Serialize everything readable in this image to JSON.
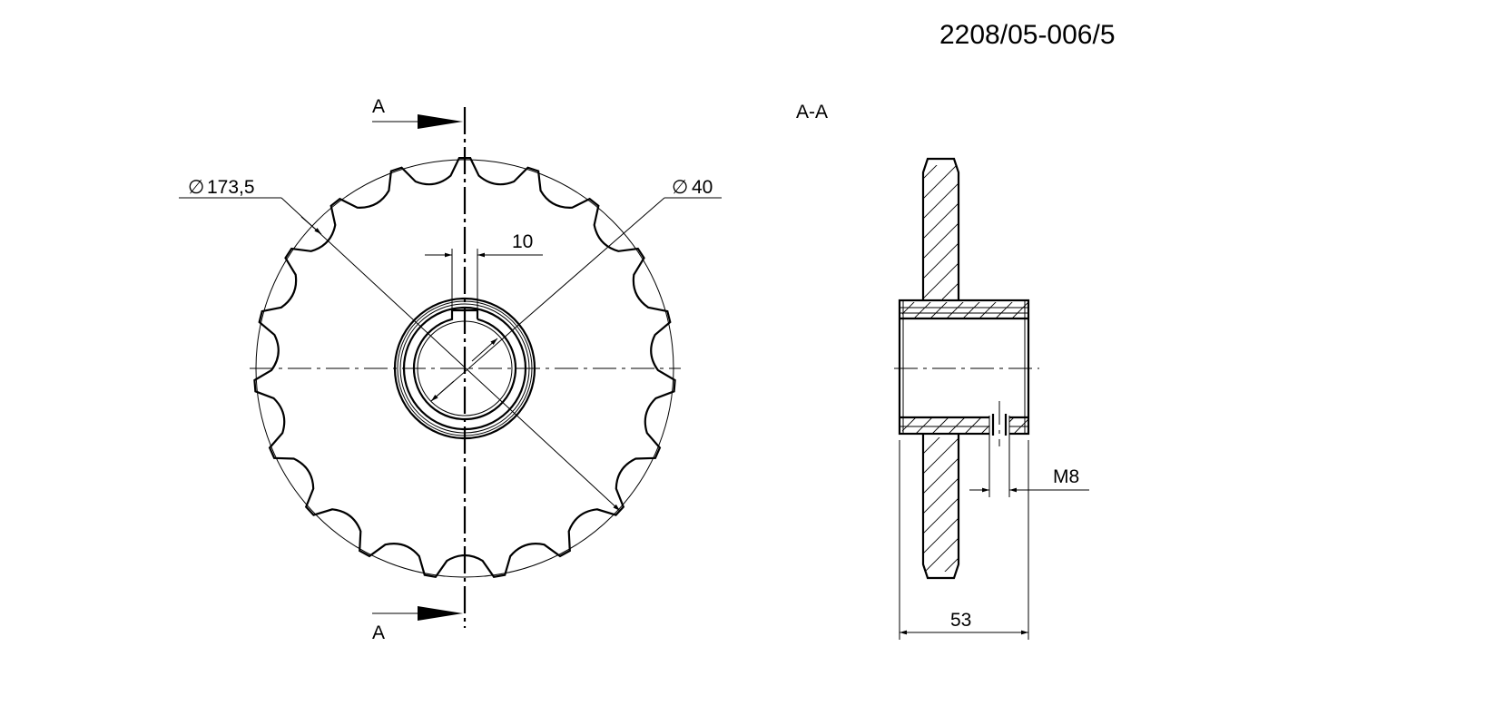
{
  "drawing_number": "2208/05-006/5",
  "section_label": "A-A",
  "cut_markers": {
    "top": "A",
    "bottom": "A"
  },
  "dimensions": {
    "outer_diameter": "173,5",
    "bore_diameter": "40",
    "key_width": "10",
    "thread": "M8",
    "hub_length": "53"
  },
  "symbols": {
    "diameter": "∅"
  },
  "sprocket": {
    "teeth": 19
  }
}
